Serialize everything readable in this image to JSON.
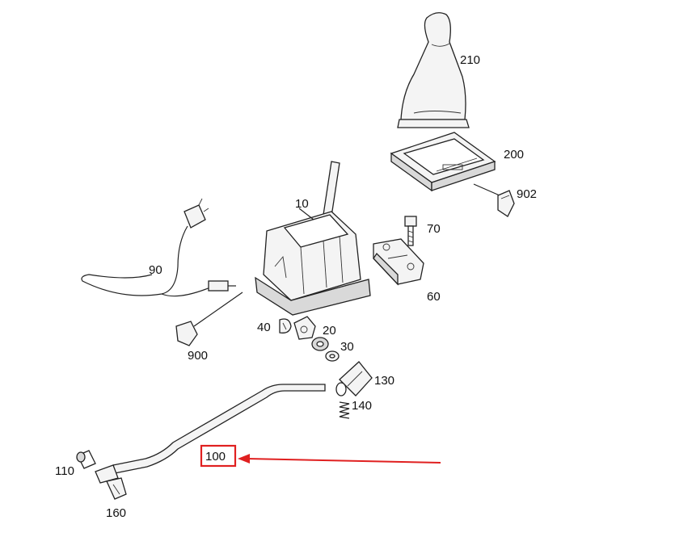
{
  "labels": {
    "p210": "210",
    "p200": "200",
    "p902": "902",
    "p10": "10",
    "p70": "70",
    "p90": "90",
    "p60": "60",
    "p40": "40",
    "p20": "20",
    "p30": "30",
    "p900": "900",
    "p130": "130",
    "p140": "140",
    "p100": "100",
    "p110": "110",
    "p160": "160"
  },
  "highlight": {
    "part": "100",
    "color": "#e02020"
  }
}
